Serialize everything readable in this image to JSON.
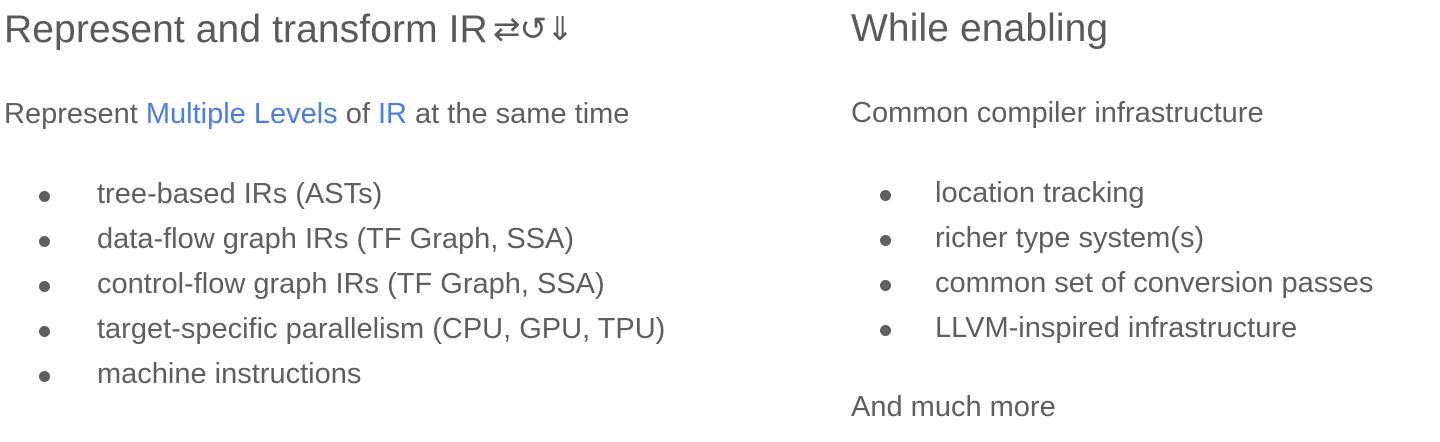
{
  "theme": {
    "background": "#ffffff",
    "text_color": "#5f5f5f",
    "heading_color": "#5a5a5a",
    "link_color": "#4a7dec",
    "bullet_color": "#5f5f5f"
  },
  "left": {
    "heading": "Represent and transform IR",
    "heading_icons": "⇄↺⇓",
    "subhead": {
      "part1": "Represent ",
      "highlight1": "Multiple Levels",
      "part2": " of ",
      "highlight2": "IR",
      "part3": " at the same time"
    },
    "bullets": [
      {
        "label": "tree-based IRs (ASTs)"
      },
      {
        "label": "data-flow graph IRs (TF Graph, SSA)"
      },
      {
        "label": "control-flow graph IRs (TF Graph, SSA)"
      },
      {
        "label": "target-specific parallelism (CPU, GPU, TPU)"
      },
      {
        "label": "machine instructions"
      }
    ]
  },
  "right": {
    "heading": "While enabling",
    "subhead": "Common compiler infrastructure",
    "bullets": [
      {
        "label": "location tracking"
      },
      {
        "label": "richer type system(s)"
      },
      {
        "label": "common set of conversion passes"
      },
      {
        "label": "LLVM-inspired infrastructure"
      }
    ],
    "footnote": "And much more"
  }
}
